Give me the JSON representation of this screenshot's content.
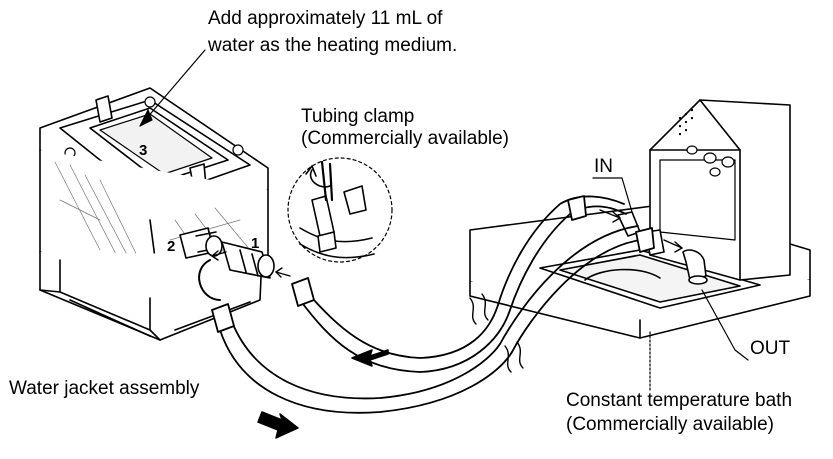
{
  "callouts": {
    "water_note_line1": "Add approximately 11 mL of",
    "water_note_line2": "water as the heating medium.",
    "clamp_line1": "Tubing clamp",
    "clamp_line2": "(Commercially available)",
    "in_label": "IN",
    "out_label": "OUT",
    "jacket_label": "Water jacket assembly",
    "bath_line1": "Constant temperature bath",
    "bath_line2": "(Commercially available)"
  },
  "steps": {
    "step1": "1",
    "step2": "2",
    "step3": "3"
  },
  "colors": {
    "line": "#000000",
    "fill": "#ffffff",
    "shade": "#d9d9d9"
  },
  "icons": {
    "flow_arrow_in": "flow-arrow-icon",
    "flow_arrow_out": "flow-arrow-icon",
    "clamp_detail": "tubing-clamp-icon"
  }
}
